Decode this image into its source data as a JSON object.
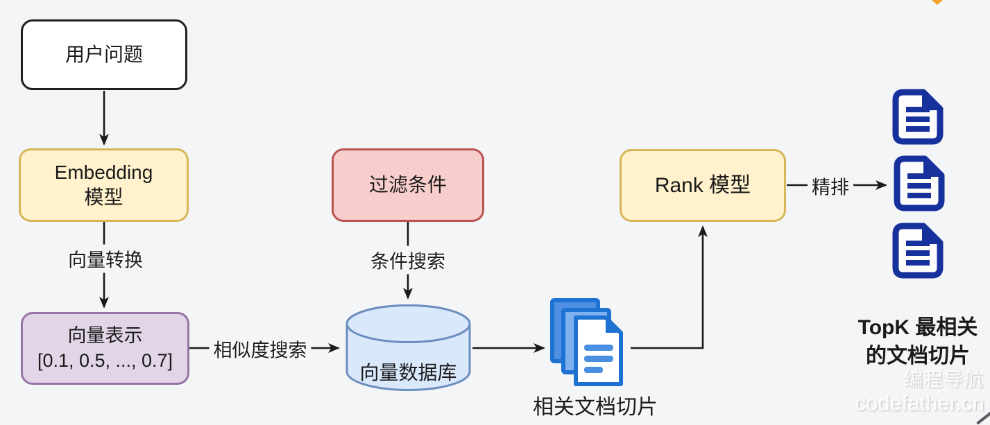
{
  "page": {
    "background_color": "#f4f5f6",
    "description": "RAG vector search pipeline flowchart"
  },
  "diagram": {
    "nodes": {
      "user_question": {
        "label": "用户问题",
        "fill": "#ffffff",
        "border": "#1f1f1f"
      },
      "embedding_model": {
        "line1": "Embedding",
        "line2": "模型",
        "fill": "#fff2cc",
        "border": "#d6b656"
      },
      "vector_representation": {
        "line1": "向量表示",
        "line2": "[0.1, 0.5, ..., 0.7]",
        "fill": "#e1d5e7",
        "border": "#9673a6"
      },
      "filter_condition": {
        "label": "过滤条件",
        "fill": "#f8cecc",
        "border": "#b85450"
      },
      "vector_database": {
        "label": "向量数据库",
        "fill": "#dae8fc",
        "border": "#6c8ebf"
      },
      "rank_model": {
        "label": "Rank 模型",
        "fill": "#fff2cc",
        "border": "#d6b656"
      },
      "related_doc_slices": {
        "label": "相关文档切片"
      },
      "topk_result": {
        "line1": "TopK 最相关",
        "line2": "的文档切片"
      }
    },
    "edge_labels": {
      "vector_conversion": "向量转换",
      "similarity_search": "相似度搜索",
      "condition_search": "条件搜索",
      "fine_ranking": "精排"
    },
    "icons": {
      "doc_stack": "stacked-blue-documents",
      "result_doc": "navy-outline-document",
      "cursor_tip": "orange-pointer-fragment",
      "corner_mark": "dark-diagonal-stroke"
    },
    "icon_colors": {
      "doc_stack_back": "#4f90e2",
      "doc_stack_mid": "#7fb0ef",
      "doc_stack_border": "#1d72d2",
      "doc_stack_lines": "#4a90e2",
      "result_doc_navy": "#16309c"
    }
  },
  "watermark": {
    "line1": "编程导航",
    "line2": "codefather.cn"
  }
}
